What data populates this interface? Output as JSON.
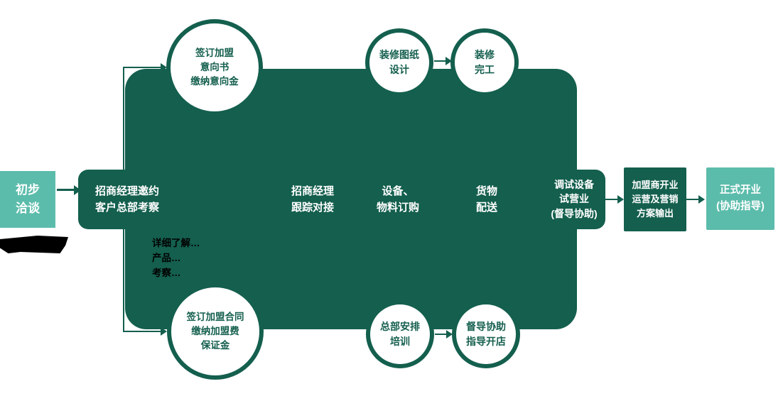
{
  "colors": {
    "dark_teal": "#145F4E",
    "light_teal": "#5CBCAB",
    "text_on_dark": "#FFFFFF",
    "note_black": "#000000"
  },
  "nodes": {
    "start": {
      "text": "初步\n洽谈"
    },
    "step_invite": {
      "text": "招商经理邀约\n客户总部考察"
    },
    "step_follow": {
      "text": "招商经理\n跟踪对接"
    },
    "step_order": {
      "text": "设备、\n物料订购"
    },
    "step_delivery": {
      "text": "货物\n配送"
    },
    "step_trial": {
      "text": "调试设备\n试营业\n(督导协助)"
    },
    "circle_intent": {
      "text": "签订加盟\n意向书\n缴纳意向金"
    },
    "circle_design": {
      "text": "装修图纸\n设计"
    },
    "circle_finish": {
      "text": "装修\n完工"
    },
    "circle_contract": {
      "text": "签订加盟合同\n缴纳加盟费\n保证金"
    },
    "circle_training": {
      "text": "总部安排\n培训"
    },
    "circle_guidance": {
      "text": "督导协助\n指导开店"
    },
    "open_prep": {
      "text": "加盟商开业\n运营及营销\n方案输出"
    },
    "official_open": {
      "text": "正式开业\n(协助指导)"
    }
  },
  "notes": {
    "block_note": {
      "text": "详细了解…\n产品…\n考察…"
    }
  }
}
